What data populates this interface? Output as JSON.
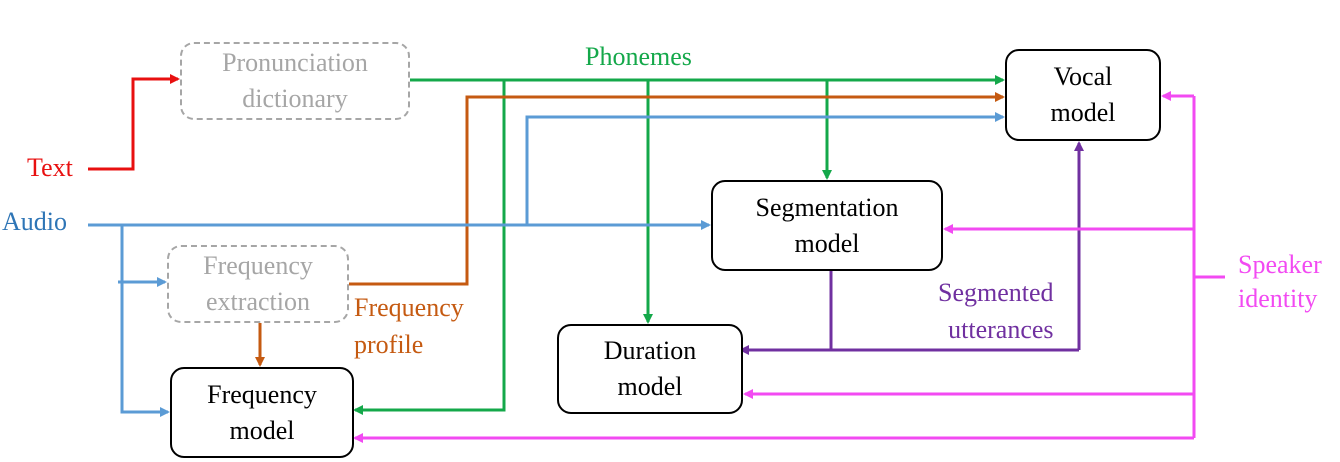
{
  "colors": {
    "text": "#e81010",
    "audio": "#5b9bd5",
    "audio_label": "#2e75b6",
    "phonemes": "#14a84a",
    "frequency_profile": "#c55a11",
    "segmented": "#7030a0",
    "speaker": "#f24af2",
    "optional_node": "#a6a6a6"
  },
  "inputs": {
    "text": "Text",
    "audio": "Audio",
    "speaker_identity": [
      "Speaker",
      "identity"
    ]
  },
  "nodes": {
    "pronunciation": [
      "Pronunciation",
      "dictionary"
    ],
    "freq_extraction": [
      "Frequency",
      "extraction"
    ],
    "frequency_model": [
      "Frequency",
      "model"
    ],
    "duration_model": [
      "Duration",
      "model"
    ],
    "segmentation_model": [
      "Segmentation",
      "model"
    ],
    "vocal_model": [
      "Vocal",
      "model"
    ]
  },
  "edge_labels": {
    "phonemes": "Phonemes",
    "frequency_profile": [
      "Frequency",
      "profile"
    ],
    "segmented_utterances": [
      "Segmented",
      "utterances"
    ]
  }
}
